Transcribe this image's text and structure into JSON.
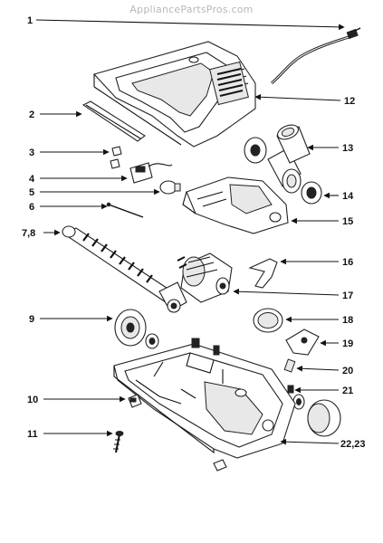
{
  "watermark": "AppliancePartsPros.com",
  "callouts": [
    {
      "id": "c1",
      "text": "1"
    },
    {
      "id": "c2",
      "text": "2"
    },
    {
      "id": "c3",
      "text": "3"
    },
    {
      "id": "c4",
      "text": "4"
    },
    {
      "id": "c5",
      "text": "5"
    },
    {
      "id": "c6",
      "text": "6"
    },
    {
      "id": "c78",
      "text": "7,8"
    },
    {
      "id": "c9",
      "text": "9"
    },
    {
      "id": "c10",
      "text": "10"
    },
    {
      "id": "c11",
      "text": "11"
    },
    {
      "id": "c12",
      "text": "12"
    },
    {
      "id": "c13",
      "text": "13"
    },
    {
      "id": "c14",
      "text": "14"
    },
    {
      "id": "c15",
      "text": "15"
    },
    {
      "id": "c16",
      "text": "16"
    },
    {
      "id": "c17",
      "text": "17"
    },
    {
      "id": "c18",
      "text": "18"
    },
    {
      "id": "c19",
      "text": "19"
    },
    {
      "id": "c20",
      "text": "20"
    },
    {
      "id": "c21",
      "text": "21"
    },
    {
      "id": "c2223",
      "text": "22,23"
    }
  ]
}
